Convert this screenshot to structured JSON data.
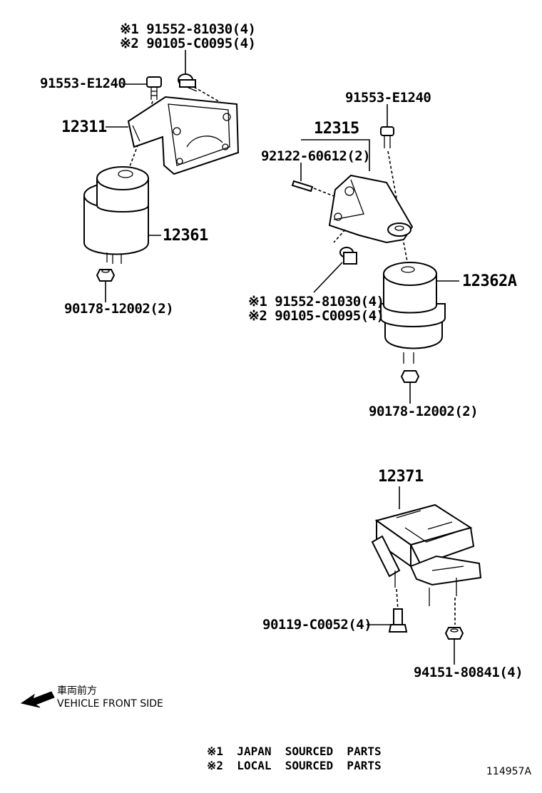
{
  "labels": {
    "b1_a": "※1 91552-81030(4)",
    "b1_b": "※2 90105-C0095(4)",
    "bolt_l": "91553-E1240",
    "p12311": "12311",
    "p12361": "12361",
    "nut_l": "90178-12002(2)",
    "bolt_r": "91553-E1240",
    "p12315": "12315",
    "pin": "92122-60612(2)",
    "b2_a": "※1 91552-81030(4)",
    "b2_b": "※2 90105-C0095(4)",
    "p12362a": "12362A",
    "nut_r": "90178-12002(2)",
    "p12371": "12371",
    "bolt_b": "90119-C0052(4)",
    "nut_b": "94151-80841(4)"
  },
  "direction": {
    "jp": "車両前方",
    "en": "VEHICLE FRONT SIDE"
  },
  "footnotes": {
    "n1": "※1  JAPAN  SOURCED  PARTS",
    "n2": "※2  LOCAL  SOURCED  PARTS"
  },
  "ref_number": "114957A"
}
